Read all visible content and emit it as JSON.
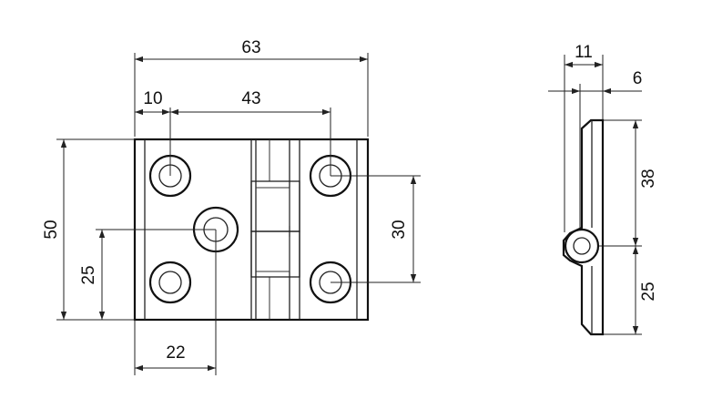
{
  "front_view": {
    "dims": {
      "overall_width": "63",
      "hole_offset_left": "10",
      "hole_spacing_h": "43",
      "overall_height": "50",
      "center_hole_height": "25",
      "hole_spacing_v": "30",
      "center_hole_offset": "22"
    }
  },
  "side_view": {
    "dims": {
      "thickness_total": "11",
      "leaf_thickness": "6",
      "upper_length": "38",
      "lower_length": "25"
    }
  },
  "colors": {
    "line": "#222222",
    "background": "#ffffff"
  }
}
